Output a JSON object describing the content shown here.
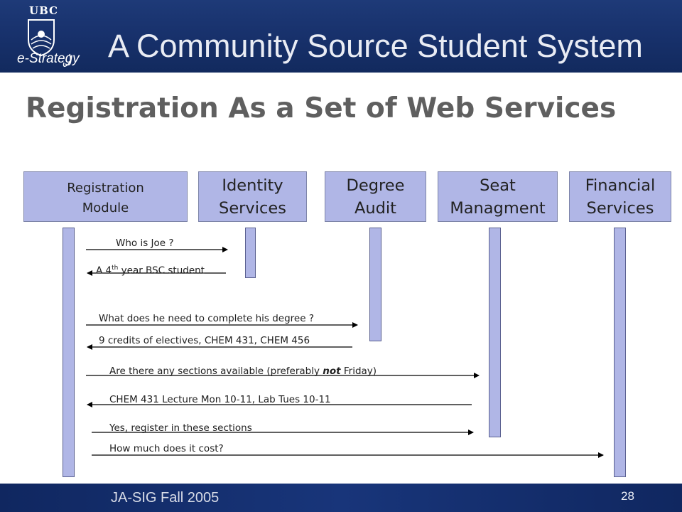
{
  "header": {
    "logo_text": "UBC",
    "logo_subtitle": "e-Strategy",
    "title": "A Community Source Student System"
  },
  "slide": {
    "title": "Registration As a Set of Web Services"
  },
  "actors": [
    {
      "label": "Registration\nModule"
    },
    {
      "label": "Identity\nServices"
    },
    {
      "label": "Degree\nAudit"
    },
    {
      "label": "Seat\nManagment"
    },
    {
      "label": "Financial\nServices"
    }
  ],
  "messages": [
    {
      "text": "Who is Joe ?"
    },
    {
      "text_before": "A 4",
      "superscript": "th",
      "text_after": " year BSC student"
    },
    {
      "text": "What does he need to complete his degree ?"
    },
    {
      "text": "9 credits of electives, CHEM 431, CHEM 456"
    },
    {
      "text_before": "Are there any sections available (preferably ",
      "emphasis": "not",
      "text_after": " Friday)"
    },
    {
      "text": "CHEM 431 Lecture Mon 10-11, Lab Tues 10-11"
    },
    {
      "text": "Yes, register in these sections"
    },
    {
      "text": "How much does it cost?"
    }
  ],
  "footer": {
    "event": "JA-SIG Fall 2005",
    "page_number": "28"
  },
  "colors": {
    "banner": "#1b3570",
    "actor_fill": "#b0b6e6",
    "title_text": "#5f5f5f"
  }
}
